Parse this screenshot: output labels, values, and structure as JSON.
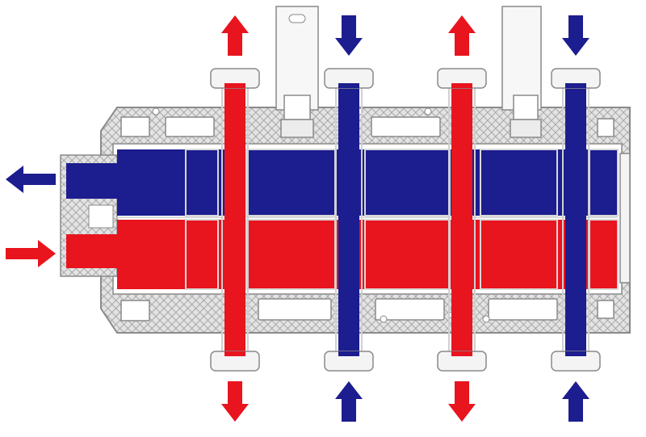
{
  "diagram": {
    "colors": {
      "hot": "#e8141e",
      "cold": "#1c1d8f",
      "housing_fill": "#e3e3e3",
      "housing_stroke": "#8a8a8a",
      "hatch": "#9a9a9a",
      "fitting": "#f4f4f4",
      "background": "#ffffff"
    },
    "side_ports": [
      {
        "id": "left-top",
        "stream": "cold",
        "flow": "out",
        "direction": "left"
      },
      {
        "id": "left-bottom",
        "stream": "hot",
        "flow": "in",
        "direction": "right"
      }
    ],
    "cross_tubes": [
      {
        "id": "tube-1",
        "stream": "hot",
        "top_arrow": "up",
        "bottom_arrow": "down"
      },
      {
        "id": "tube-2",
        "stream": "cold",
        "top_arrow": "down",
        "bottom_arrow": "up"
      },
      {
        "id": "tube-3",
        "stream": "hot",
        "top_arrow": "up",
        "bottom_arrow": "down"
      },
      {
        "id": "tube-4",
        "stream": "cold",
        "top_arrow": "down",
        "bottom_arrow": "up"
      }
    ],
    "channels": [
      {
        "id": "upper-channel",
        "stream": "cold"
      },
      {
        "id": "lower-channel",
        "stream": "hot"
      }
    ],
    "mounting_brackets": 2
  }
}
